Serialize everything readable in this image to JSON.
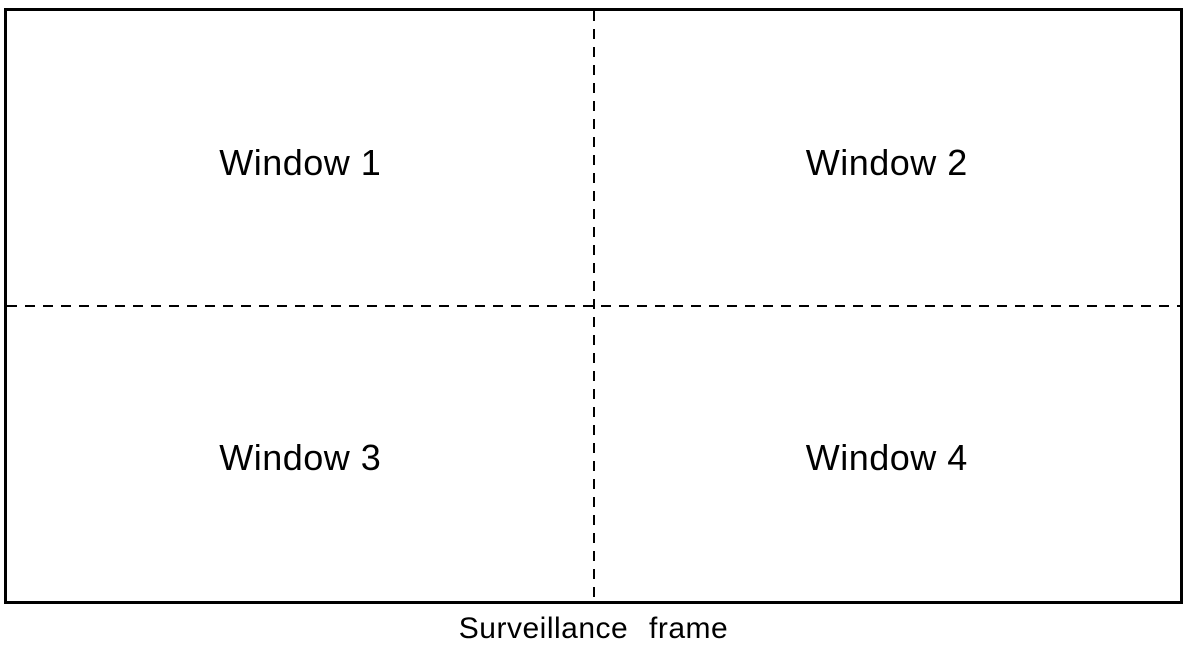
{
  "figure": {
    "caption": "Surveillance frame",
    "windows": [
      {
        "label": "Window 1"
      },
      {
        "label": "Window 2"
      },
      {
        "label": "Window 3"
      },
      {
        "label": "Window 4"
      }
    ],
    "colors": {
      "frame_border": "#000000",
      "divider": "#000000",
      "text": "#000000",
      "background": "#ffffff"
    }
  }
}
